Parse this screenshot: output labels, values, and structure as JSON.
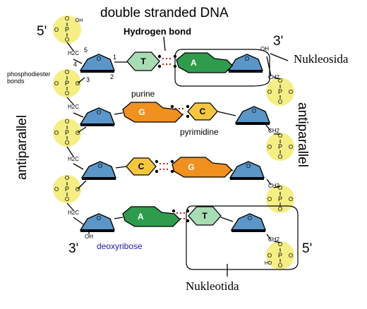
{
  "title": "double stranded DNA",
  "hydrogen_bond_label": "Hydrogen bond",
  "ends": {
    "five_prime": "5'",
    "three_prime": "3'"
  },
  "nukleosida_label": "Nukleosida",
  "nukleotida_label": "Nukleotida",
  "phosphodiester_label": "phosphodiester bonds",
  "purine_label": "purine",
  "pyrimidine_label": "pyrimidine",
  "deoxyribose_label": "deoxyribose",
  "antiparallel_label": "antiparallel",
  "carbon_numbers": [
    "5",
    "4",
    "3",
    "2",
    "1"
  ],
  "groups": {
    "oh": "OH",
    "ho": "HO",
    "p": "P",
    "o": "O",
    "ch2": "CH2",
    "h2c": "H2C"
  },
  "base_pairs": [
    {
      "left": "T",
      "right": "A"
    },
    {
      "left": "G",
      "right": "C"
    },
    {
      "left": "C",
      "right": "G"
    },
    {
      "left": "A",
      "right": "T"
    }
  ],
  "colors": {
    "sugar": "#5a96c8",
    "phosphate_glow": "#f4ee84",
    "adenine_thymine": "#2e9c4c",
    "thymine_light": "#a8dcb4",
    "guanine": "#f0901e",
    "cytosine": "#f6c640",
    "hbond": "#cc1a1a",
    "deoxyribose_text": "#1a1aa8"
  }
}
